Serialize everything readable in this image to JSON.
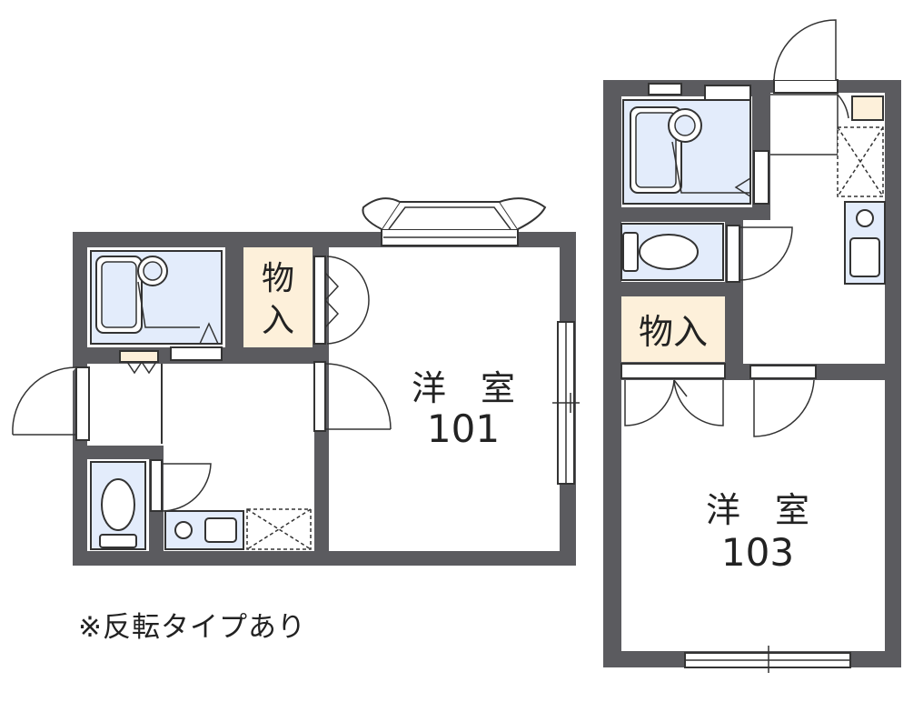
{
  "units": [
    {
      "id": "101",
      "room_label": "洋　室",
      "room_number": "101",
      "storage_label_line1": "物",
      "storage_label_line2": "入"
    },
    {
      "id": "103",
      "room_label": "洋　室",
      "room_number": "103",
      "storage_label": "物入"
    }
  ],
  "note": "※反転タイプあり",
  "colors": {
    "wall": "#5b5b5f",
    "fixture_fill": "#e3ecfb",
    "storage_fill": "#fdf0da",
    "outline": "#333333"
  }
}
